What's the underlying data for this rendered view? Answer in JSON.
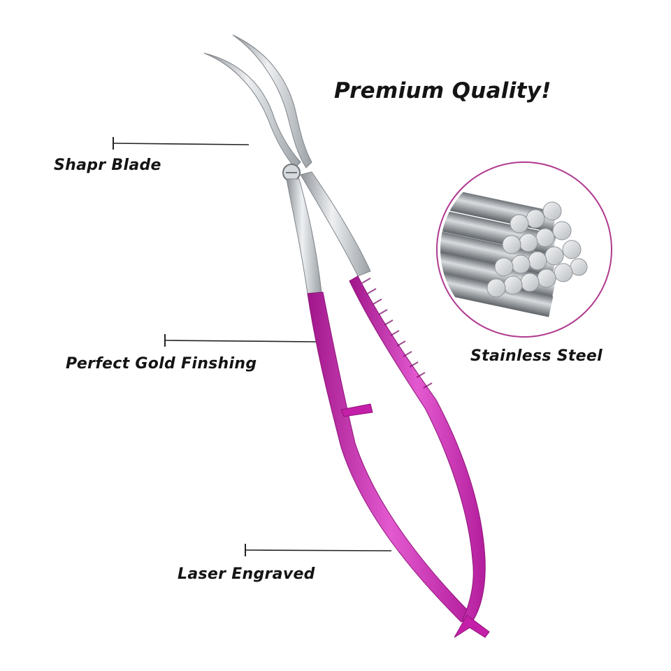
{
  "headline": "Premium Quality!",
  "callouts": {
    "blade": "Shapr Blade",
    "finish": "Perfect Gold Finshing",
    "engraving": "Laser Engraved",
    "material": "Stainless Steel"
  },
  "colors": {
    "handle": "#c41fa8",
    "handle_light": "#e35ad0",
    "steel": "#bfc3c7",
    "ring": "#b03a8f",
    "text": "#141414"
  }
}
